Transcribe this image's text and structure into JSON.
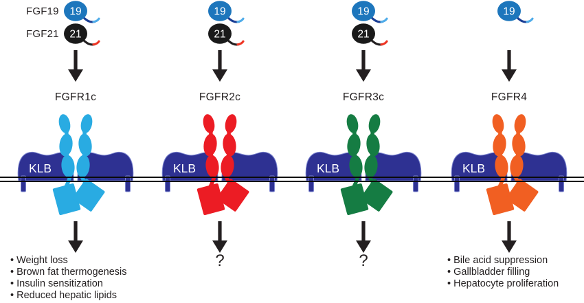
{
  "figure": {
    "ligand_row_labels": {
      "fgf19": "FGF19",
      "fgf21": "FGF21"
    },
    "ligand_badges": {
      "fgf19": "19",
      "fgf21": "21"
    },
    "klb_label": "KLB"
  },
  "colors": {
    "fgfr1c": "#29ABE2",
    "fgfr2c": "#EC1C24",
    "fgfr3c": "#157C43",
    "fgfr4": "#F15F22",
    "klb": "#2E3192",
    "klb_edge": "#7B84CF",
    "fgf19_badge": "#1D76BC",
    "fgf21_badge": "#1A1A1A",
    "fgf19_tail": "#1A3E94",
    "fgf19_tail_tip": "#4FACE9",
    "fgf21_tail": "#231F20",
    "fgf21_tail_tip": "#EE3524",
    "text": "#231F20",
    "membrane": "#0A0A0A"
  },
  "columns": [
    {
      "receptor": "FGFR1c",
      "color_key": "fgfr1c",
      "ligands": [
        "19",
        "21"
      ],
      "outcome_type": "list",
      "outcomes": [
        "Weight loss",
        "Brown fat thermogenesis",
        "Insulin sensitization",
        "Reduced hepatic lipids"
      ]
    },
    {
      "receptor": "FGFR2c",
      "color_key": "fgfr2c",
      "ligands": [
        "19",
        "21"
      ],
      "outcome_type": "question",
      "outcomes": [
        "?"
      ]
    },
    {
      "receptor": "FGFR3c",
      "color_key": "fgfr3c",
      "ligands": [
        "19",
        "21"
      ],
      "outcome_type": "question",
      "outcomes": [
        "?"
      ]
    },
    {
      "receptor": "FGFR4",
      "color_key": "fgfr4",
      "ligands": [
        "19"
      ],
      "outcome_type": "list",
      "outcomes": [
        "Bile acid suppression",
        "Gallbladder filling",
        "Hepatocyte proliferation"
      ]
    }
  ]
}
